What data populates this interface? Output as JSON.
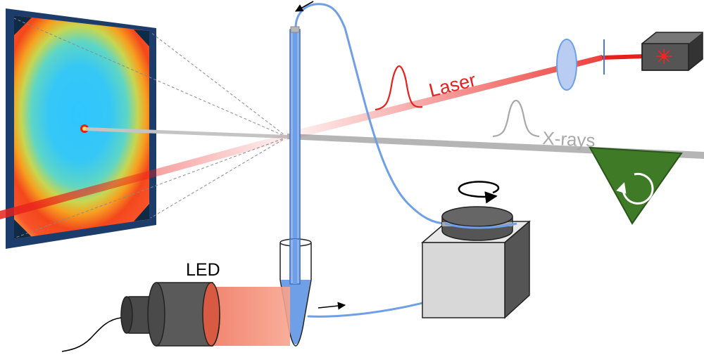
{
  "labels": {
    "laser": "Laser",
    "xrays": "X-rays",
    "led": "LED"
  },
  "colors": {
    "laser": "#e8201c",
    "xrays": "#a9a9a9",
    "tubing": "#6f9fe6",
    "sample": "#6f9fe6",
    "detector_frame": "#1c3d6b",
    "led_light": "#f3876a",
    "prism": "#3f7a27",
    "pump_body": "#d8d8d8",
    "pump_head": "#555555",
    "laser_box": "#555555"
  },
  "icons": {
    "rotation_arrow": "rotate-arrow-icon",
    "prism_rotation": "circular-arrow-icon"
  }
}
